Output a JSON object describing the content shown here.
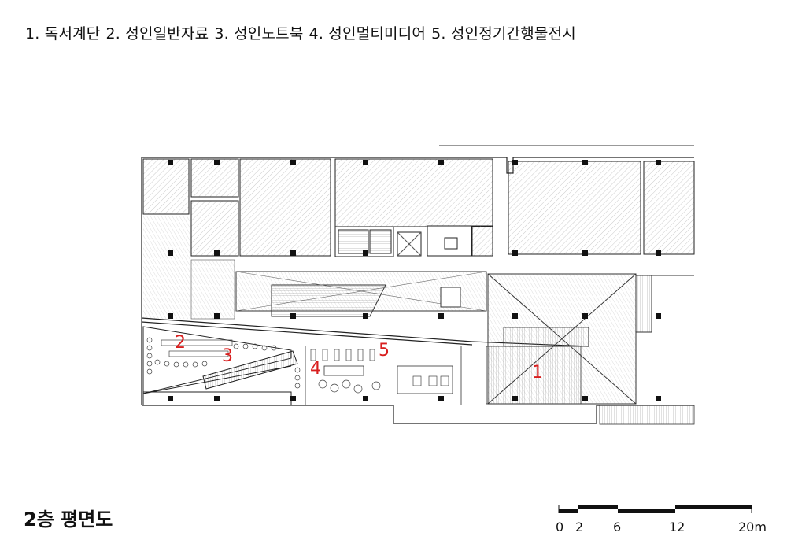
{
  "legend": [
    "1. 독서계단",
    "2. 성인일반자료",
    "3. 성인노트북",
    "4. 성인멀티미디어",
    "5. 성인정기간행물전시"
  ],
  "area_numbers": [
    "1",
    "2",
    "3",
    "4",
    "5"
  ],
  "title": "2층 평면도",
  "scale": {
    "labels": [
      "0",
      "2",
      "6",
      "12",
      "20m"
    ]
  },
  "colors": {
    "marker": "#d81e1e",
    "line": "#222222",
    "hatch": "#9a9a9a"
  }
}
